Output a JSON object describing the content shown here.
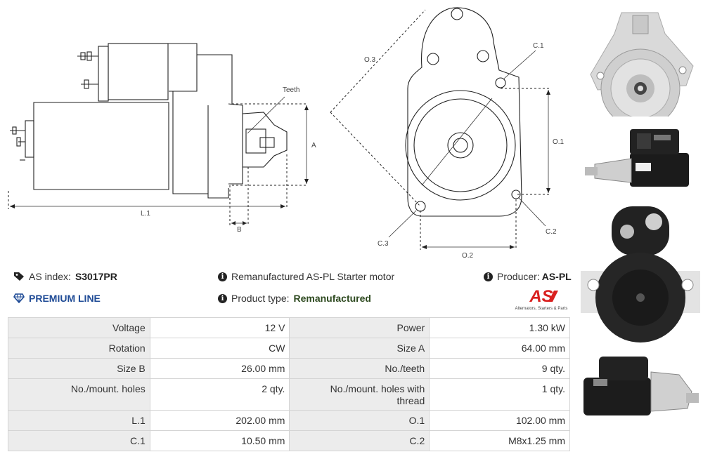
{
  "drawing": {
    "labels": {
      "teeth": "Teeth",
      "a": "A",
      "b": "B",
      "l1": "L.1",
      "o3": "O.3",
      "c1": "C.1",
      "o1": "O.1",
      "c3": "C.3",
      "o2": "O.2",
      "c2": "C.2"
    }
  },
  "header": {
    "as_index_label": "AS index:",
    "as_index_value": "S3017PR",
    "description": "Remanufactured AS-PL Starter motor",
    "producer_label": "Producer:",
    "producer_value": "AS-PL",
    "premium_line": "PREMIUM LINE",
    "product_type_label": "Product type:",
    "product_type_value": "Remanufactured",
    "logo_text": "AS",
    "logo_tagline": "Alternators, Starters & Parts"
  },
  "specs": [
    {
      "k1": "Voltage",
      "v1": "12 V",
      "k2": "Power",
      "v2": "1.30 kW"
    },
    {
      "k1": "Rotation",
      "v1": "CW",
      "k2": "Size A",
      "v2": "64.00 mm"
    },
    {
      "k1": "Size B",
      "v1": "26.00 mm",
      "k2": "No./teeth",
      "v2": "9 qty."
    },
    {
      "k1": "No./mount. holes",
      "v1": "2 qty.",
      "k2": "No./mount. holes with thread",
      "v2": "1 qty."
    },
    {
      "k1": "L.1",
      "v1": "202.00 mm",
      "k2": "O.1",
      "v2": "102.00 mm"
    },
    {
      "k1": "C.1",
      "v1": "10.50 mm",
      "k2": "C.2",
      "v2": "M8x1.25 mm"
    }
  ],
  "colors": {
    "premium_blue": "#1f4b96",
    "logo_red": "#d9201f",
    "product_type_green": "#2e4a20",
    "table_key_bg": "#ececec",
    "table_border": "#d4d4d4"
  },
  "icons": [
    "tag-icon",
    "info-icon",
    "diamond-icon"
  ]
}
